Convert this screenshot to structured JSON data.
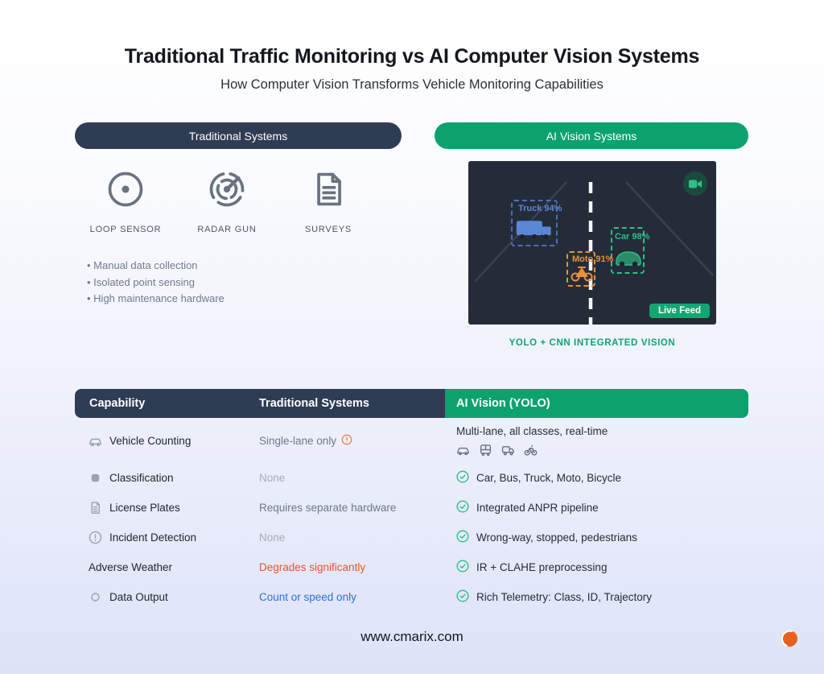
{
  "page": {
    "title": "Traditional Traffic Monitoring vs AI Computer Vision Systems",
    "subtitle": "How Computer Vision Transforms Vehicle Monitoring Capabilities",
    "footer_url": "www.cmarix.com"
  },
  "colors": {
    "navy": "#2e3c54",
    "green": "#0ba26e",
    "feed_background": "#252c39",
    "truck_detection": "#5b87d7",
    "car_detection": "#2ebd85",
    "moto_detection": "#e8923a",
    "warning_orange": "#e8562b",
    "info_blue": "#2d6fd9"
  },
  "traditional": {
    "header": "Traditional Systems",
    "devices": [
      {
        "icon": "loop-sensor-icon",
        "label": "LOOP SENSOR"
      },
      {
        "icon": "radar-gun-icon",
        "label": "RADAR GUN"
      },
      {
        "icon": "surveys-icon",
        "label": "SURVEYS"
      }
    ],
    "bullets": [
      "Manual data collection",
      "Isolated point sensing",
      "High maintenance hardware"
    ]
  },
  "ai": {
    "header": "AI Vision Systems",
    "caption": "YOLO + CNN INTEGRATED VISION",
    "feed": {
      "live_badge": "Live Feed",
      "detections": [
        {
          "label": "Truck 94%",
          "color": "#5b87d7"
        },
        {
          "label": "Car 98%",
          "color": "#2ebd85"
        },
        {
          "label": "Moto 91%",
          "color": "#e8923a"
        }
      ]
    }
  },
  "table": {
    "headers": [
      "Capability",
      "Traditional Systems",
      "AI Vision (YOLO)"
    ],
    "rows": [
      {
        "capability": "Vehicle Counting",
        "traditional": "Single-lane only",
        "ai": "Multi-lane, all classes, real-time",
        "ai_icons": [
          "car-icon",
          "bus-icon",
          "truck-icon",
          "bicycle-icon"
        ]
      },
      {
        "capability": "Classification",
        "traditional": "None",
        "ai": "Car, Bus, Truck, Moto, Bicycle"
      },
      {
        "capability": "License Plates",
        "traditional": "Requires separate hardware",
        "ai": "Integrated ANPR pipeline"
      },
      {
        "capability": "Incident Detection",
        "traditional": "None",
        "ai": "Wrong-way, stopped, pedestrians"
      },
      {
        "capability": "Adverse Weather",
        "traditional": "Degrades significantly",
        "ai": "IR + CLAHE preprocessing"
      },
      {
        "capability": "Data Output",
        "traditional": "Count or speed only",
        "ai": "Rich Telemetry: Class, ID, Trajectory"
      }
    ]
  }
}
